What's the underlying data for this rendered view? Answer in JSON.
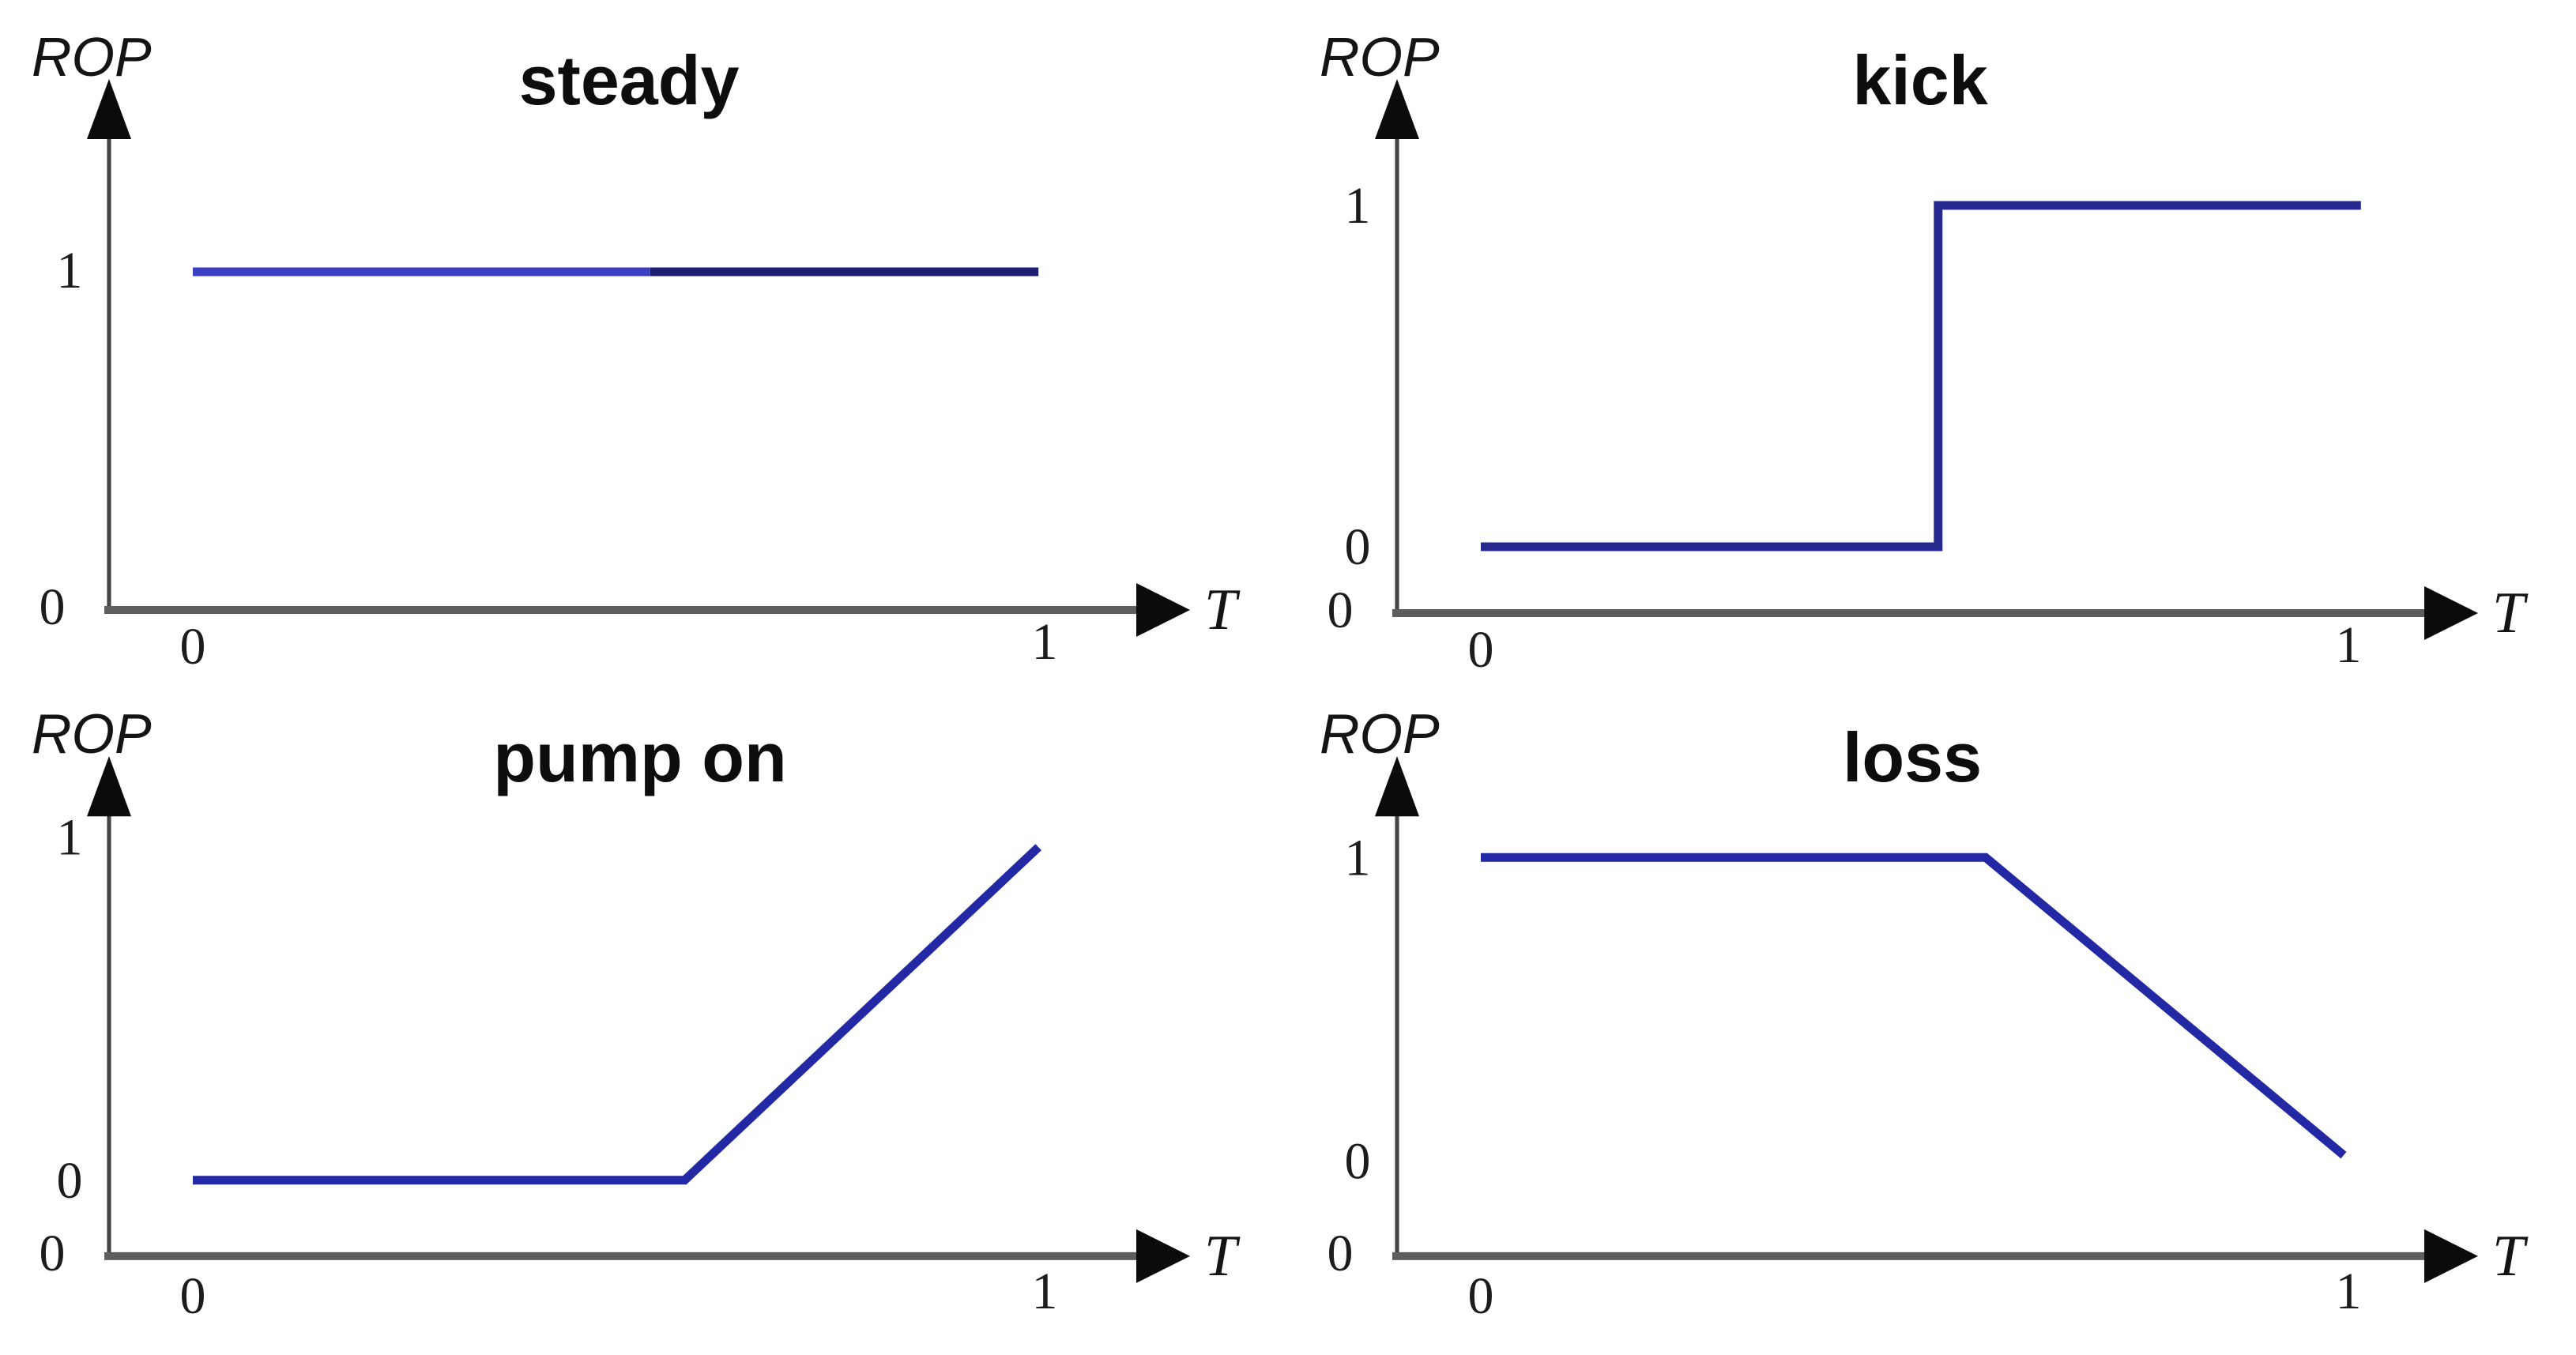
{
  "figure": {
    "background_color": "#ffffff",
    "layout": "2x2 grid of ROP vs T sketch charts",
    "axis_colors": {
      "x_axis": "#5e5e5e",
      "y_axis": "#454545",
      "arrowheads": "#0b0b0b"
    },
    "line_color_primary": "#2328a4",
    "line_color_light": "#3b3fc2",
    "line_color_dark": "#1d2072"
  },
  "chart_data": [
    {
      "type": "line",
      "title": "steady",
      "xlabel": "T",
      "ylabel": "ROP",
      "origin_label": "0",
      "xlim": [
        0,
        1
      ],
      "ylim": [
        0,
        1
      ],
      "grid": false,
      "legend": "none",
      "x_tick_values": [
        0,
        1
      ],
      "x_tick_labels": [
        "0",
        "1"
      ],
      "y_tick_values": [
        1
      ],
      "y_tick_labels": [
        "1"
      ],
      "series_name": "ROP",
      "points": [
        [
          0,
          1
        ],
        [
          1,
          1
        ]
      ],
      "segments": [
        {
          "color": "#3b3fc2",
          "points": [
            [
              0,
              1
            ],
            [
              0.53,
              1
            ]
          ]
        },
        {
          "color": "#1d2072",
          "points": [
            [
              0.53,
              1
            ],
            [
              0.98,
              1
            ]
          ]
        }
      ]
    },
    {
      "type": "line",
      "title": "kick",
      "xlabel": "T",
      "ylabel": "ROP",
      "origin_label": "0",
      "xlim": [
        0,
        1
      ],
      "ylim": [
        0,
        1
      ],
      "grid": false,
      "legend": "none",
      "x_tick_values": [
        0,
        1
      ],
      "x_tick_labels": [
        "0",
        "1"
      ],
      "y_tick_values": [
        1,
        0
      ],
      "y_tick_labels": [
        "1",
        "0"
      ],
      "series_name": "ROP",
      "points": [
        [
          0,
          0
        ],
        [
          0.53,
          0
        ],
        [
          0.53,
          1
        ],
        [
          1,
          1
        ]
      ],
      "segments": [
        {
          "color": "#24288f",
          "points": [
            [
              0,
              0
            ],
            [
              0.53,
              0
            ],
            [
              0.53,
              1
            ],
            [
              1.02,
              1
            ]
          ]
        }
      ]
    },
    {
      "type": "line",
      "title": "pump on",
      "xlabel": "T",
      "ylabel": "ROP",
      "origin_label": "0",
      "xlim": [
        0,
        1
      ],
      "ylim": [
        0,
        1
      ],
      "grid": false,
      "legend": "none",
      "x_tick_values": [
        0,
        1
      ],
      "x_tick_labels": [
        "0",
        "1"
      ],
      "y_tick_values": [
        1,
        0
      ],
      "y_tick_labels": [
        "1",
        "0"
      ],
      "series_name": "ROP",
      "points": [
        [
          0,
          0
        ],
        [
          0.57,
          0
        ],
        [
          0.98,
          0.97
        ]
      ],
      "segments": [
        {
          "color": "#2328a4",
          "points": [
            [
              0,
              0
            ],
            [
              0.57,
              0
            ],
            [
              0.98,
              0.97
            ]
          ]
        }
      ]
    },
    {
      "type": "line",
      "title": "loss",
      "xlabel": "T",
      "ylabel": "ROP",
      "origin_label": "0",
      "xlim": [
        0,
        1
      ],
      "ylim": [
        0,
        1
      ],
      "grid": false,
      "legend": "none",
      "x_tick_values": [
        0,
        1
      ],
      "x_tick_labels": [
        "0",
        "1"
      ],
      "y_tick_values": [
        1,
        0
      ],
      "y_tick_labels": [
        "1",
        "0"
      ],
      "series_name": "ROP",
      "points": [
        [
          0,
          1
        ],
        [
          0.585,
          1
        ],
        [
          1,
          0.02
        ]
      ],
      "segments": [
        {
          "color": "#2328a4",
          "points": [
            [
              0,
              1
            ],
            [
              0.585,
              1
            ],
            [
              1,
              0.02
            ]
          ]
        }
      ]
    }
  ]
}
